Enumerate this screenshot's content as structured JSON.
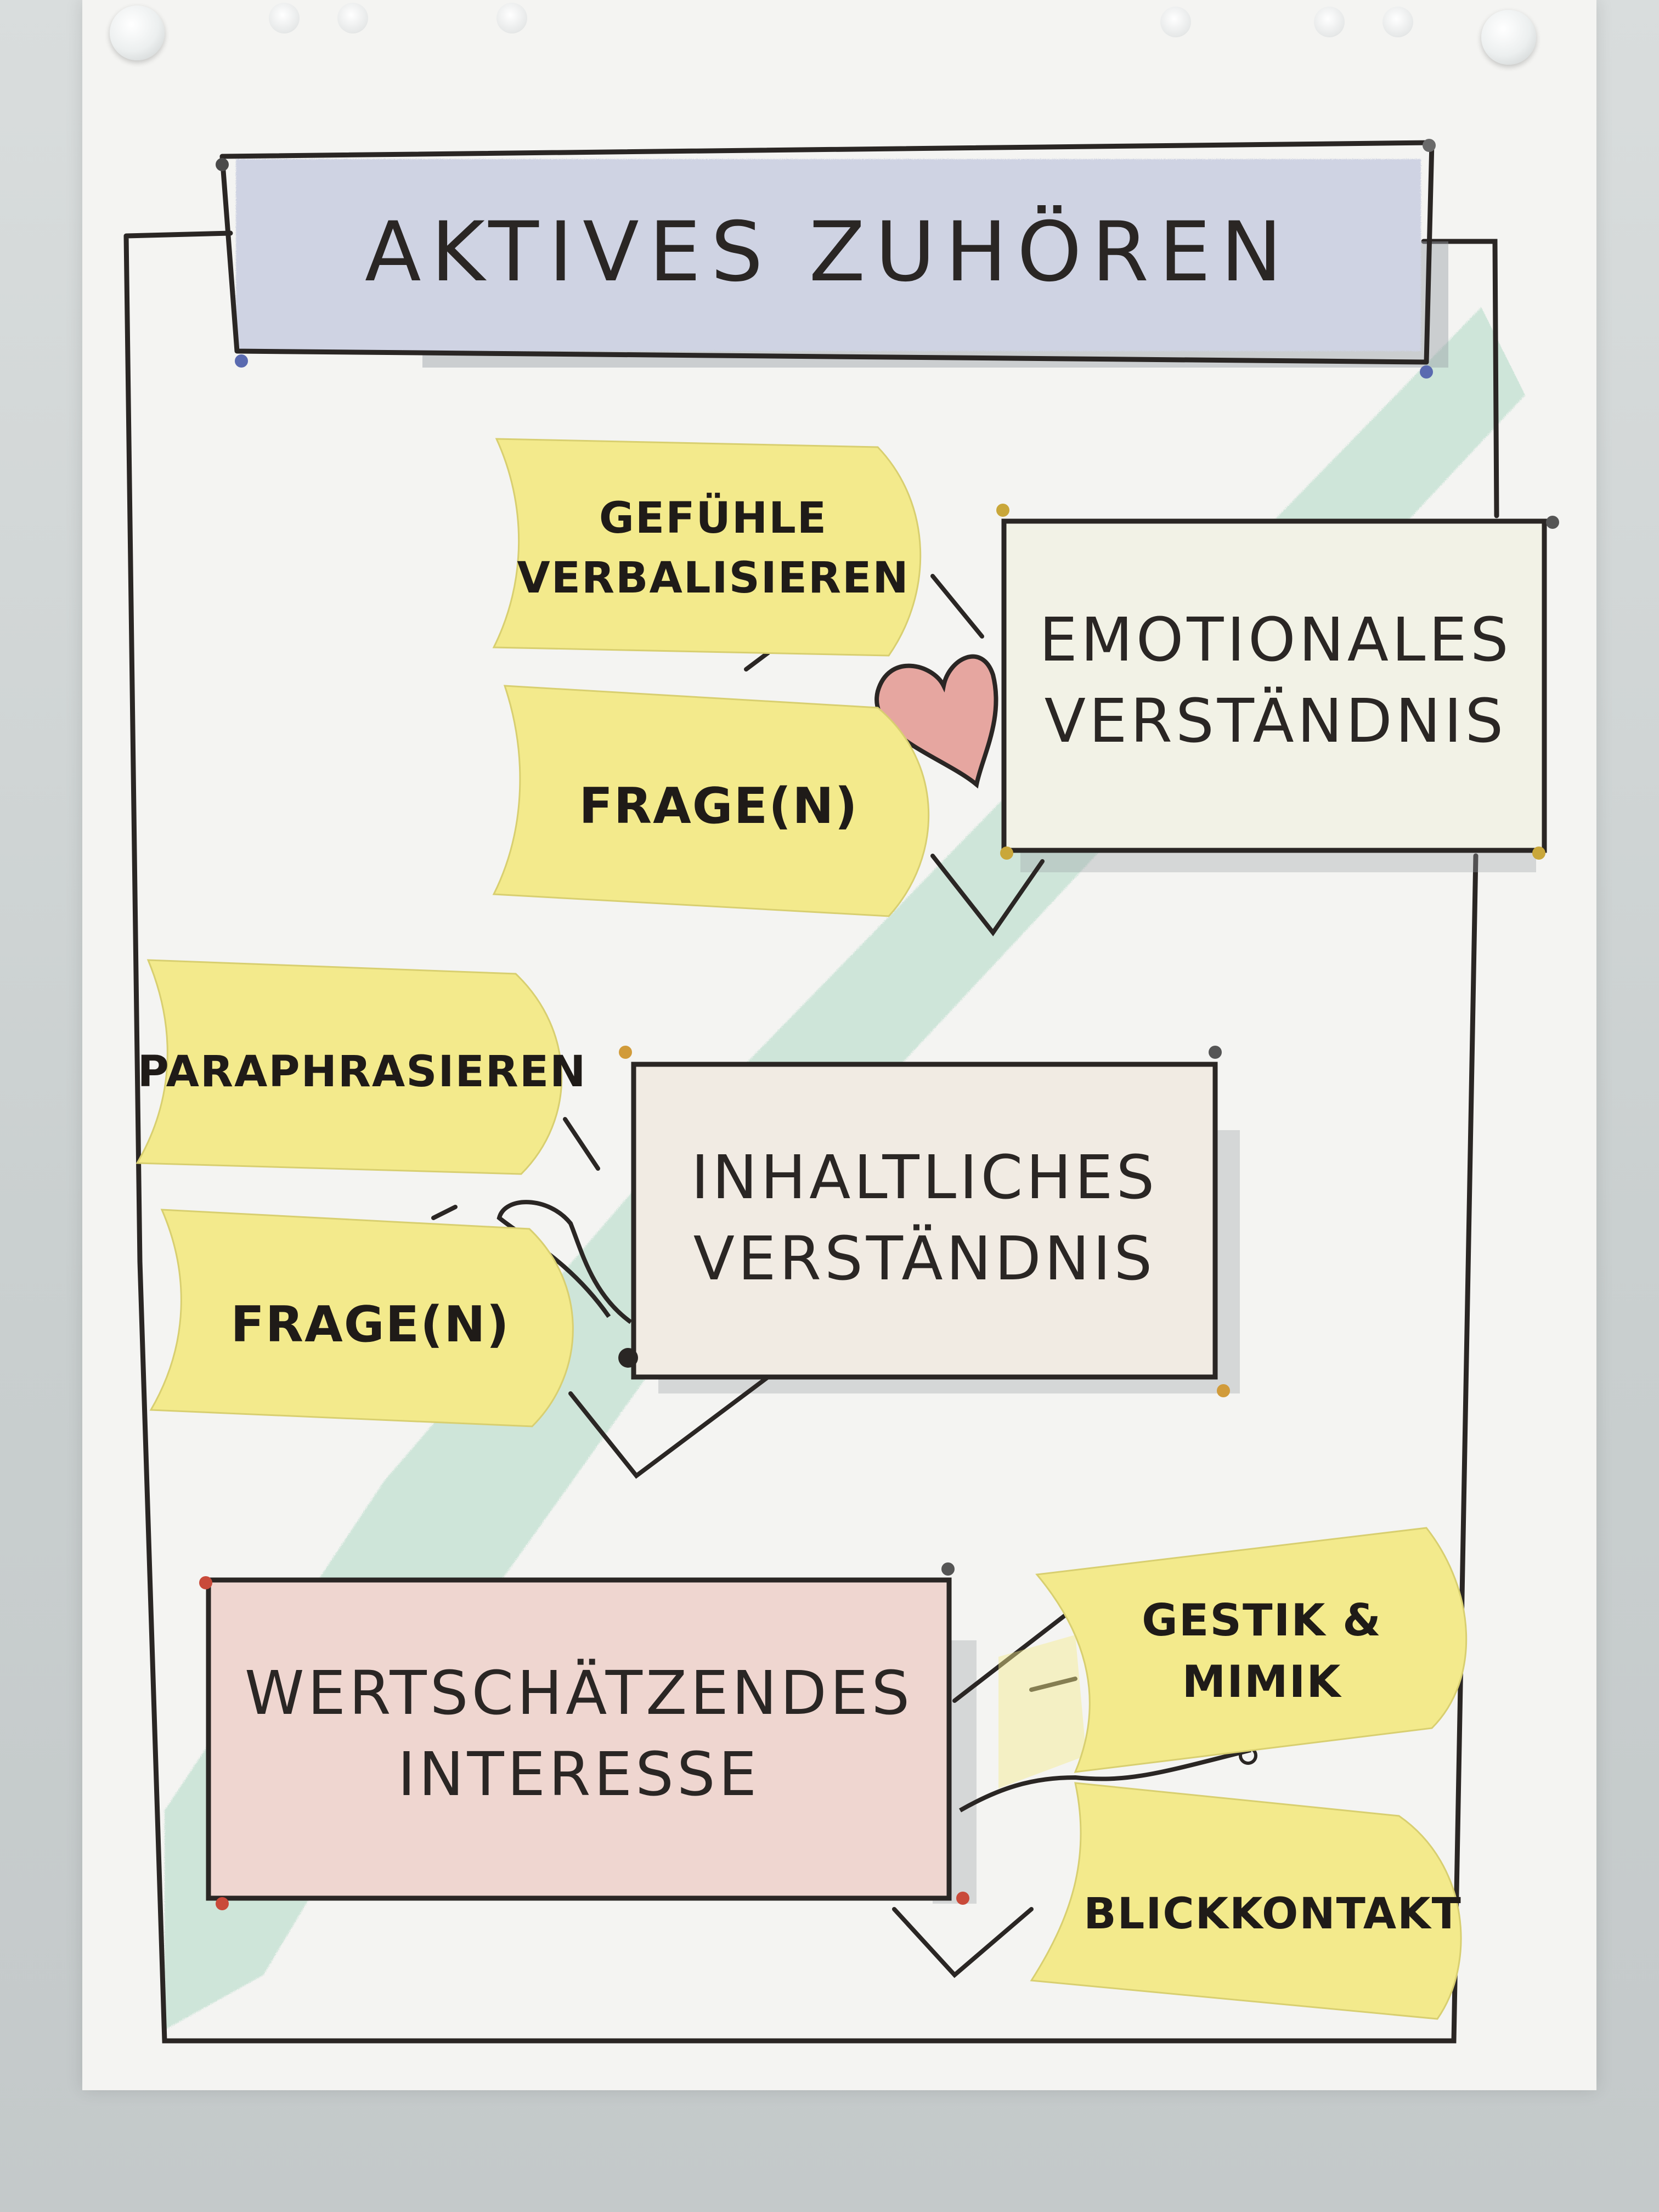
{
  "title": "AKTIVES ZUHÖREN",
  "sections": [
    {
      "heading": "EMOTIONALES\nVERSTÄNDNIS",
      "notes": [
        "GEFÜHLE\nVERBALISIEREN",
        "FRAGE(N)"
      ],
      "icon": "heart-icon"
    },
    {
      "heading": "INHALTLICHES\nVERSTÄNDNIS",
      "notes": [
        "PARAPHRASIEREN",
        "FRAGE(N)"
      ],
      "icon": "ear-icon"
    },
    {
      "heading": "WERTSCHÄTZENDES\nINTERESSE",
      "notes": [
        "GESTIK &\nMIMIK",
        "BLICKKONTAKT"
      ],
      "icon": "eye-icon"
    }
  ],
  "colors": {
    "sticky_note": "#f3ea8c",
    "ink": "#2a2624",
    "title_wash": "#cfd3e3",
    "green_wash": "#bfe0cf",
    "heart": "#e6a6a0",
    "wertschaetzend_wash": "#efd6d0"
  }
}
